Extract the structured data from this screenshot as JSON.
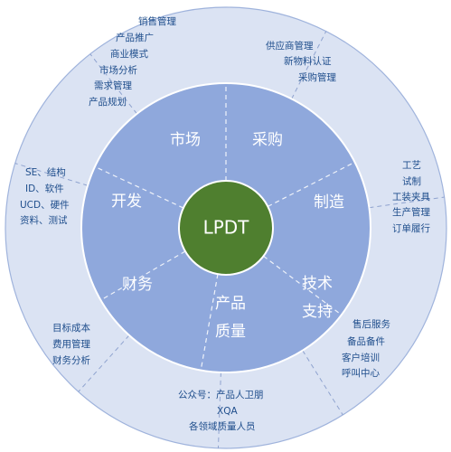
{
  "center": {
    "label": "LPDT"
  },
  "colors": {
    "outer_ring_fill": "#dbe3f3",
    "outer_ring_stroke": "#9fb3dc",
    "inner_ring_fill": "#8fa8dc",
    "inner_ring_stroke": "#ffffff",
    "center_fill": "#4f7f2f",
    "center_stroke": "#ffffff",
    "divider_inner": "#ffffff",
    "divider_outer": "#8fa3cf",
    "outer_text": "#1f4e8c",
    "inner_text": "#ffffff"
  },
  "segments": [
    {
      "id": "market",
      "label_lines": [
        "市场"
      ],
      "items": [
        "销售管理",
        "产品推广",
        "商业模式",
        "市场分析",
        "需求管理",
        "产品规划"
      ]
    },
    {
      "id": "purchasing",
      "label_lines": [
        "采购"
      ],
      "items": [
        "供应商管理",
        "新物料认证",
        "采购管理"
      ]
    },
    {
      "id": "manufacturing",
      "label_lines": [
        "制造"
      ],
      "items": [
        "工艺",
        "试制",
        "工装夹具",
        "生产管理",
        "订单履行"
      ]
    },
    {
      "id": "tech-support",
      "label_lines": [
        "技术",
        "支持"
      ],
      "items": [
        "售后服务",
        "备品备件",
        "客户培训",
        "呼叫中心"
      ]
    },
    {
      "id": "quality",
      "label_lines": [
        "产品",
        "质量"
      ],
      "items": [
        "公众号：产品人卫朋",
        "XQA",
        "各领域质量人员"
      ]
    },
    {
      "id": "finance",
      "label_lines": [
        "财务"
      ],
      "items": [
        "目标成本",
        "费用管理",
        "财务分析"
      ]
    },
    {
      "id": "development",
      "label_lines": [
        "开发"
      ],
      "items": [
        "SE、结构",
        "ID、软件",
        "UCD、硬件",
        "资料、测试"
      ]
    }
  ]
}
